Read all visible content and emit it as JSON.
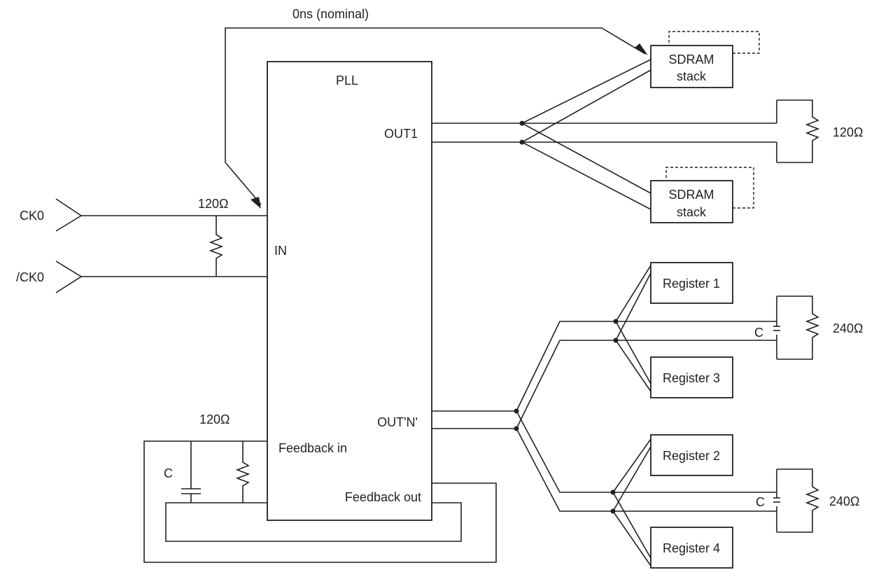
{
  "labels": {
    "delay": "0ns (nominal)",
    "pll": "PLL",
    "out1": "OUT1",
    "in": "IN",
    "outn": "OUT'N'",
    "feedback_in": "Feedback in",
    "feedback_out": "Feedback out",
    "ck0": "CK0",
    "ck0_bar": "/CK0",
    "r_input": "120Ω",
    "r_feedback": "120Ω",
    "r_out1": "120Ω",
    "r_reg_upper": "240Ω",
    "r_reg_lower": "240Ω",
    "c_feedback": "C",
    "c_reg_upper": "C",
    "c_reg_lower": "C",
    "sdram_top_l1": "SDRAM",
    "sdram_top_l2": "stack",
    "sdram_bot_l1": "SDRAM",
    "sdram_bot_l2": "stack",
    "reg1": "Register 1",
    "reg2": "Register 2",
    "reg3": "Register 3",
    "reg4": "Register 4"
  },
  "colors": {
    "line": "#231f20",
    "background": "#ffffff"
  }
}
